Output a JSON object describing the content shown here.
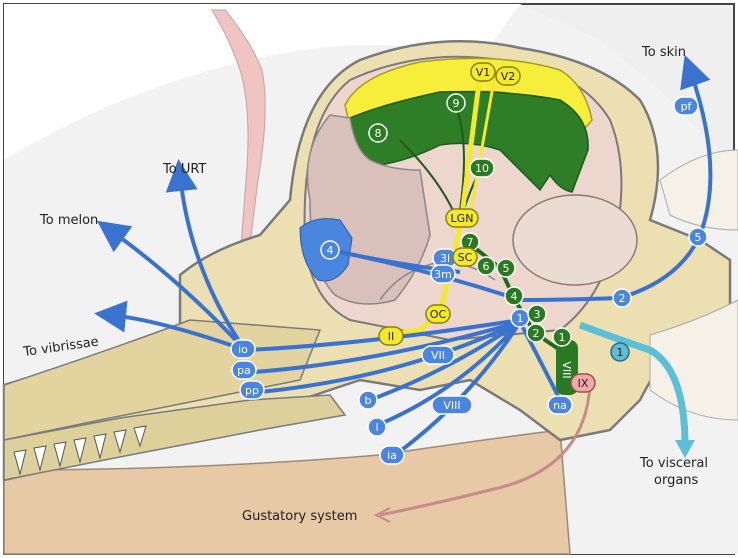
{
  "labels": {
    "to_skin": "To skin",
    "to_urt": "To URT",
    "to_melon": "To melon",
    "to_vibrissae": "To vibrissae",
    "to_visceral": [
      "To visceral",
      "organs"
    ],
    "gustatory": "Gustatory system"
  },
  "nodes": {
    "blue": [
      {
        "id": "pf",
        "text": "pf"
      },
      {
        "id": "5b",
        "text": "5"
      },
      {
        "id": "2b",
        "text": "2"
      },
      {
        "id": "1b",
        "text": "1"
      },
      {
        "id": "4b",
        "text": "4"
      },
      {
        "id": "3l",
        "text": "3l"
      },
      {
        "id": "3m",
        "text": "3m"
      },
      {
        "id": "io",
        "text": "io"
      },
      {
        "id": "pa",
        "text": "pa"
      },
      {
        "id": "pp",
        "text": "pp"
      },
      {
        "id": "VIIb",
        "text": "VII"
      },
      {
        "id": "VIIIb",
        "text": "VIII"
      },
      {
        "id": "b",
        "text": "b"
      },
      {
        "id": "l",
        "text": "l"
      },
      {
        "id": "ia",
        "text": "ia"
      },
      {
        "id": "na",
        "text": "na"
      }
    ],
    "green": [
      {
        "id": "8",
        "text": "8"
      },
      {
        "id": "9",
        "text": "9"
      },
      {
        "id": "10",
        "text": "10"
      },
      {
        "id": "7",
        "text": "7"
      },
      {
        "id": "6",
        "text": "6"
      },
      {
        "id": "5g",
        "text": "5"
      },
      {
        "id": "4g",
        "text": "4"
      },
      {
        "id": "3g",
        "text": "3"
      },
      {
        "id": "2g",
        "text": "2"
      },
      {
        "id": "1g",
        "text": "1"
      },
      {
        "id": "VIIIg",
        "text": "VIII"
      }
    ],
    "yellow": [
      {
        "id": "V1",
        "text": "V1"
      },
      {
        "id": "V2",
        "text": "V2"
      },
      {
        "id": "LGN",
        "text": "LGN"
      },
      {
        "id": "SC",
        "text": "SC"
      },
      {
        "id": "OC",
        "text": "OC"
      },
      {
        "id": "II",
        "text": "II"
      }
    ],
    "cyan": [
      {
        "id": "1c",
        "text": "1"
      }
    ],
    "pink": [
      {
        "id": "IX",
        "text": "IX"
      }
    ]
  },
  "colors": {
    "skull": "#ece0b2",
    "skull_stroke": "#7a7a7a",
    "brain": "#ecd6cd",
    "cortex_green": "#2e7d27",
    "cortex_yellow": "#f6ee3a",
    "nerve_blue": "#3a73cf",
    "node_blue": "#4a86e0",
    "node_green": "#2a7a22",
    "visual_yellow": "#f4e92a",
    "cyan": "#5bbfd8",
    "pink": "#f2a7a7",
    "soft_tissue": "#f0d0c8",
    "bg_shadow": "#e9e9e9"
  },
  "icons": {
    "arrow": "arrow-head-icon"
  }
}
